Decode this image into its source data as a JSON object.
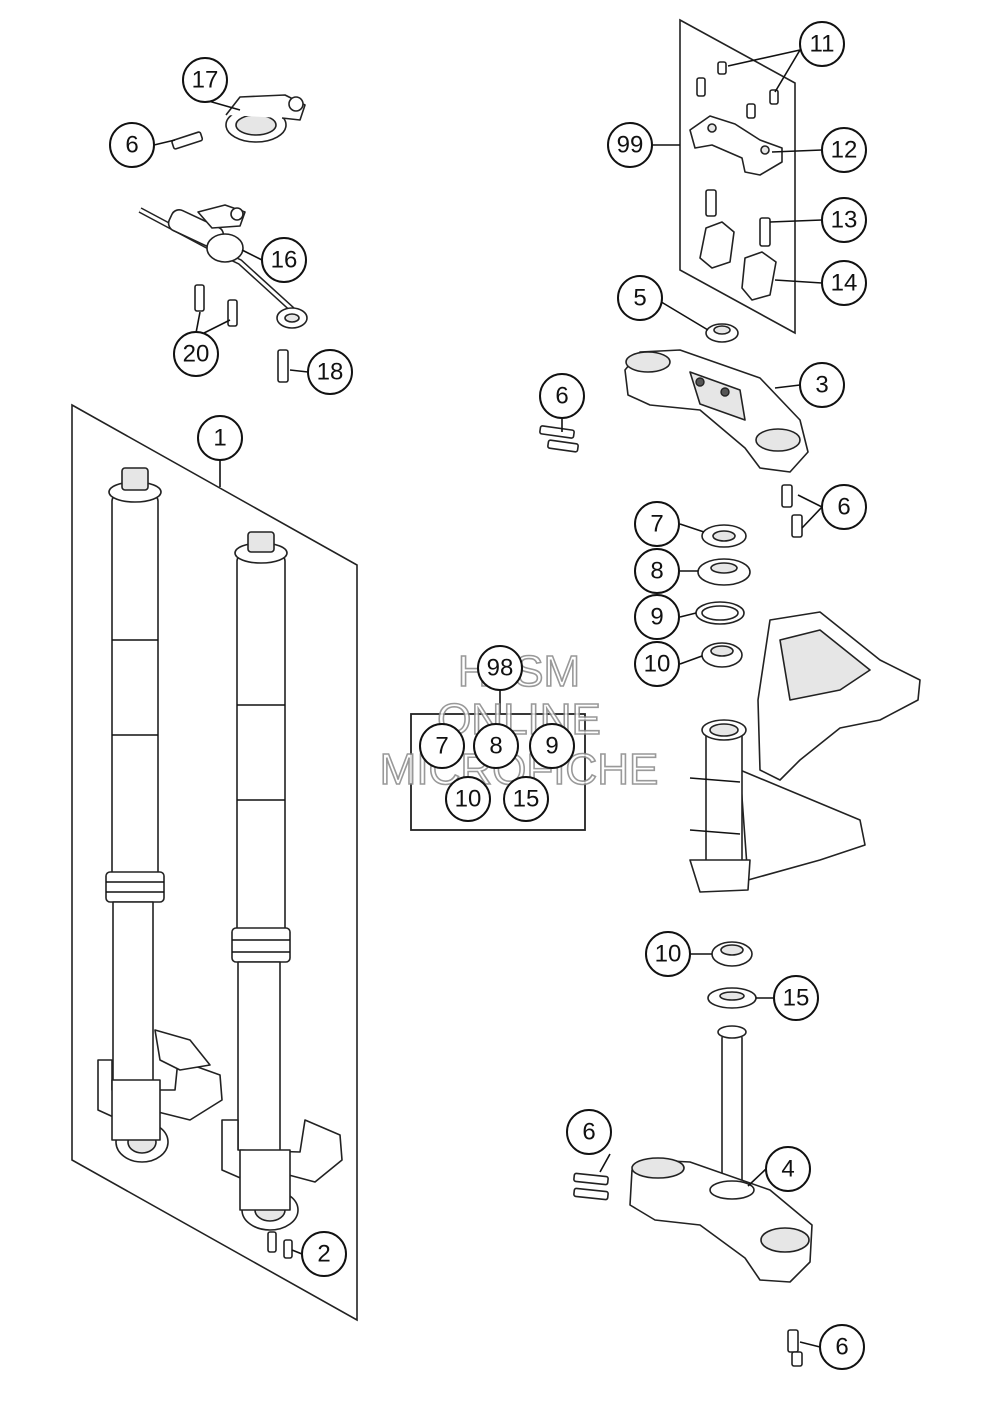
{
  "watermark": {
    "line1": "HLSM",
    "line2": "ONLINE",
    "line3": "MICROFICHE"
  },
  "callouts": {
    "c1": "1",
    "c2": "2",
    "c3": "3",
    "c4": "4",
    "c5": "5",
    "c6a": "6",
    "c6b": "6",
    "c6c": "6",
    "c6d": "6",
    "c6e": "6",
    "c7": "7",
    "c8": "8",
    "c9": "9",
    "c10a": "10",
    "c10b": "10",
    "c11": "11",
    "c12": "12",
    "c13": "13",
    "c14": "14",
    "c15": "15",
    "c16": "16",
    "c17": "17",
    "c18": "18",
    "c20": "20",
    "c99": "99"
  },
  "kit": {
    "label": "98",
    "items": [
      "7",
      "8",
      "9",
      "10",
      "15"
    ]
  }
}
